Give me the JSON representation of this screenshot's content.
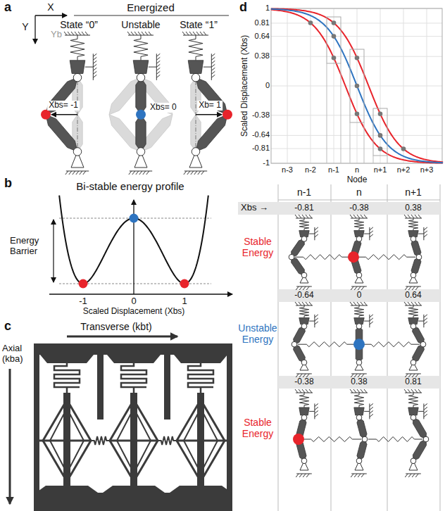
{
  "diagram": {
    "labels": [
      "a",
      "X",
      "Y",
      "Energized",
      "State “0”",
      "Unstable",
      "State “1”",
      "Yb",
      "Xbs= -1",
      "Xbs= 0",
      "Xb= 1",
      "b",
      "Bi-stable energy profile",
      "Energy Barrier",
      "-1",
      "0",
      "1",
      "Scaled Displacement (Xbs)",
      "c",
      "Transverse (kbt)",
      "Axial (kba)",
      "d",
      "1",
      "0.81",
      "0.64",
      "0.38",
      "0",
      "-0.38",
      "-0.64",
      "-0.81",
      "-1",
      "Scaled Displacement (Xbs)",
      "n-3",
      "n-2",
      "n-1",
      "n",
      "n+1",
      "n+2",
      "n+3",
      "Node",
      "n-1",
      "n",
      "n+1",
      "Xbs →",
      "-0.81",
      "-0.38",
      "0.38",
      "Stable Energy",
      "-0.64",
      "0",
      "0.64",
      "Unstable Energy",
      "-0.38",
      "0.38",
      "0.81",
      "Stable Energy"
    ]
  }
}
